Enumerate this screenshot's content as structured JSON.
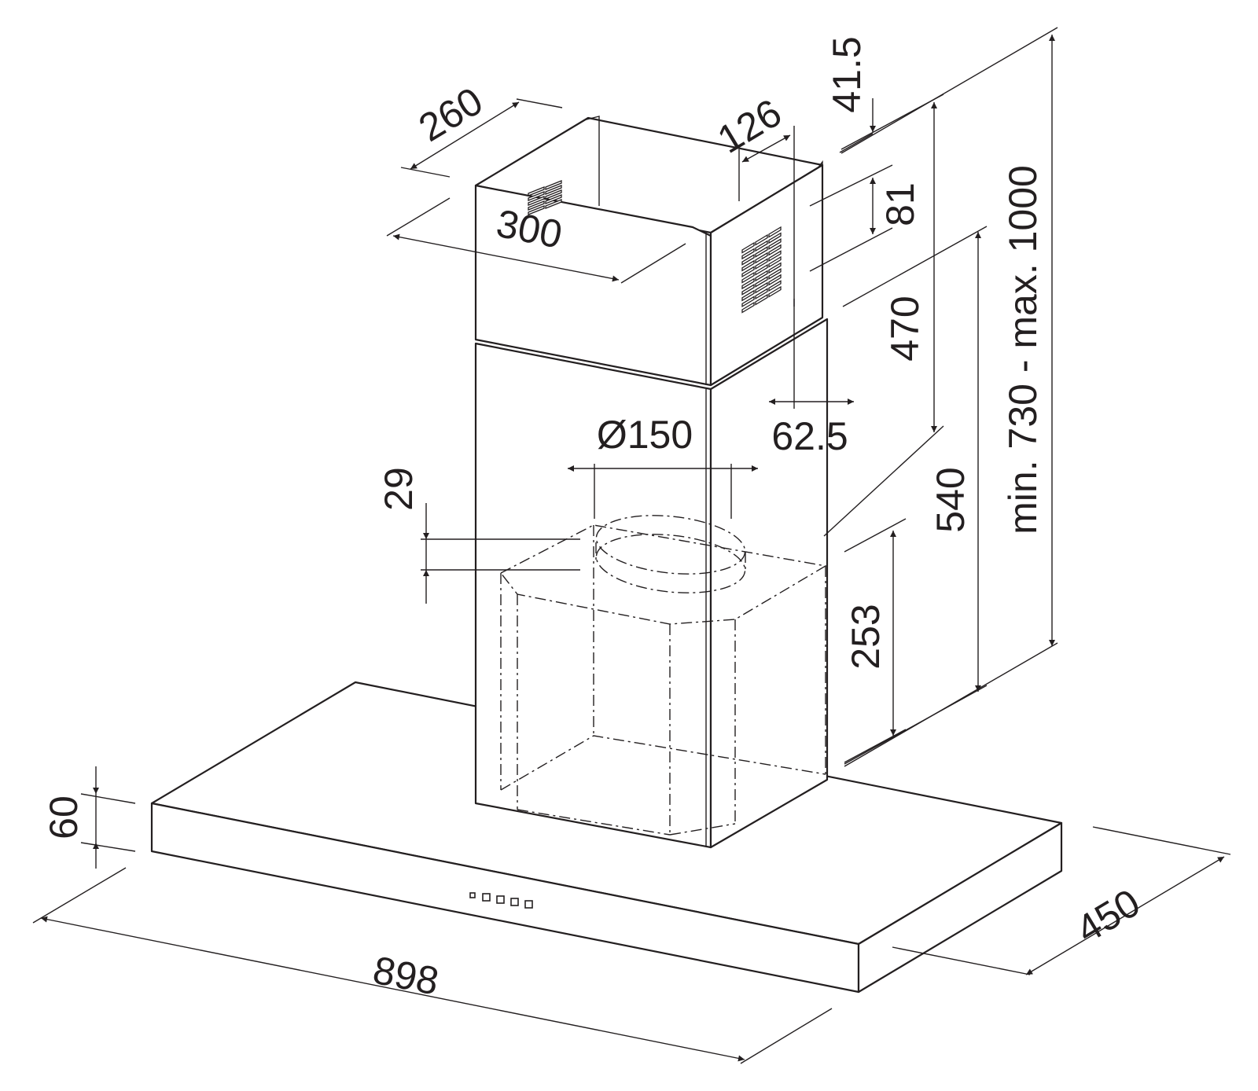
{
  "dimensions": {
    "width": "898",
    "depth": "450",
    "canopy_height": "60",
    "chimney_width": "300",
    "chimney_depth": "260",
    "outlet_diameter": "Ø150",
    "outlet_collar": "29",
    "motor_height": "253",
    "outlet_offset": "62.5",
    "bracket_width": "126",
    "bracket_top": "41.5",
    "bracket_height": "81",
    "upper_chimney": "470",
    "lower_chimney": "540",
    "total_height": "min. 730 - max. 1000"
  },
  "icons": {
    "markers": "arrowhead"
  },
  "colors": {
    "line": "#231f20",
    "background": "#ffffff"
  }
}
